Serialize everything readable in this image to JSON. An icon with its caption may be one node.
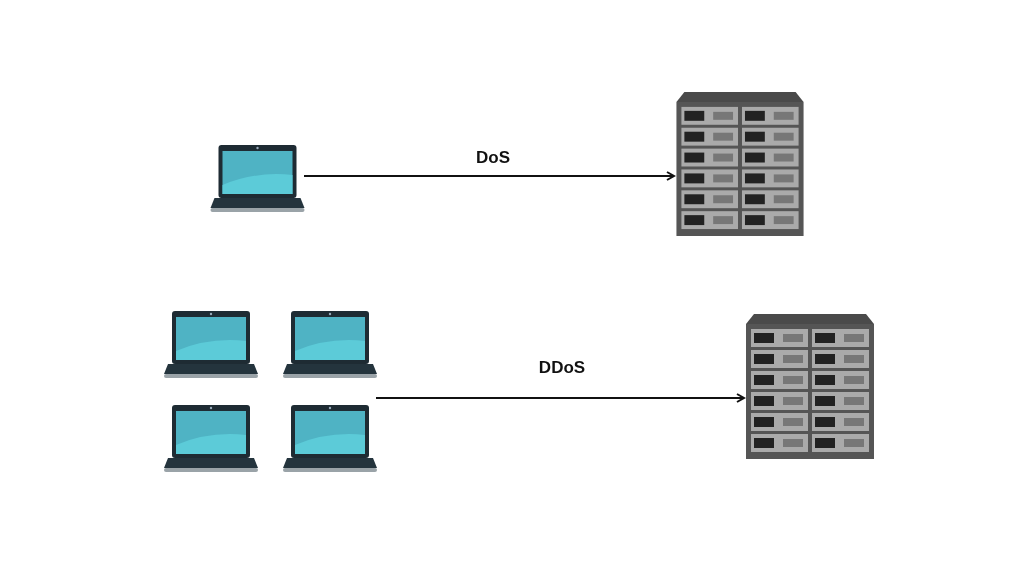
{
  "diagram": {
    "nodes": [
      {
        "text": [],
        "shape": "laptop"
      },
      {
        "text": [],
        "shape": "server"
      },
      {
        "text": [],
        "shape": "laptop"
      },
      {
        "text": [],
        "shape": "laptop"
      },
      {
        "text": [],
        "shape": "laptop"
      },
      {
        "text": [],
        "shape": "laptop"
      },
      {
        "text": [],
        "shape": "server"
      }
    ],
    "edges": [
      {
        "from": 0,
        "to": 1,
        "arrow": "to",
        "label": "DoS"
      },
      {
        "from": 5,
        "to": 6,
        "arrow": "to",
        "label": "DDoS"
      }
    ]
  }
}
